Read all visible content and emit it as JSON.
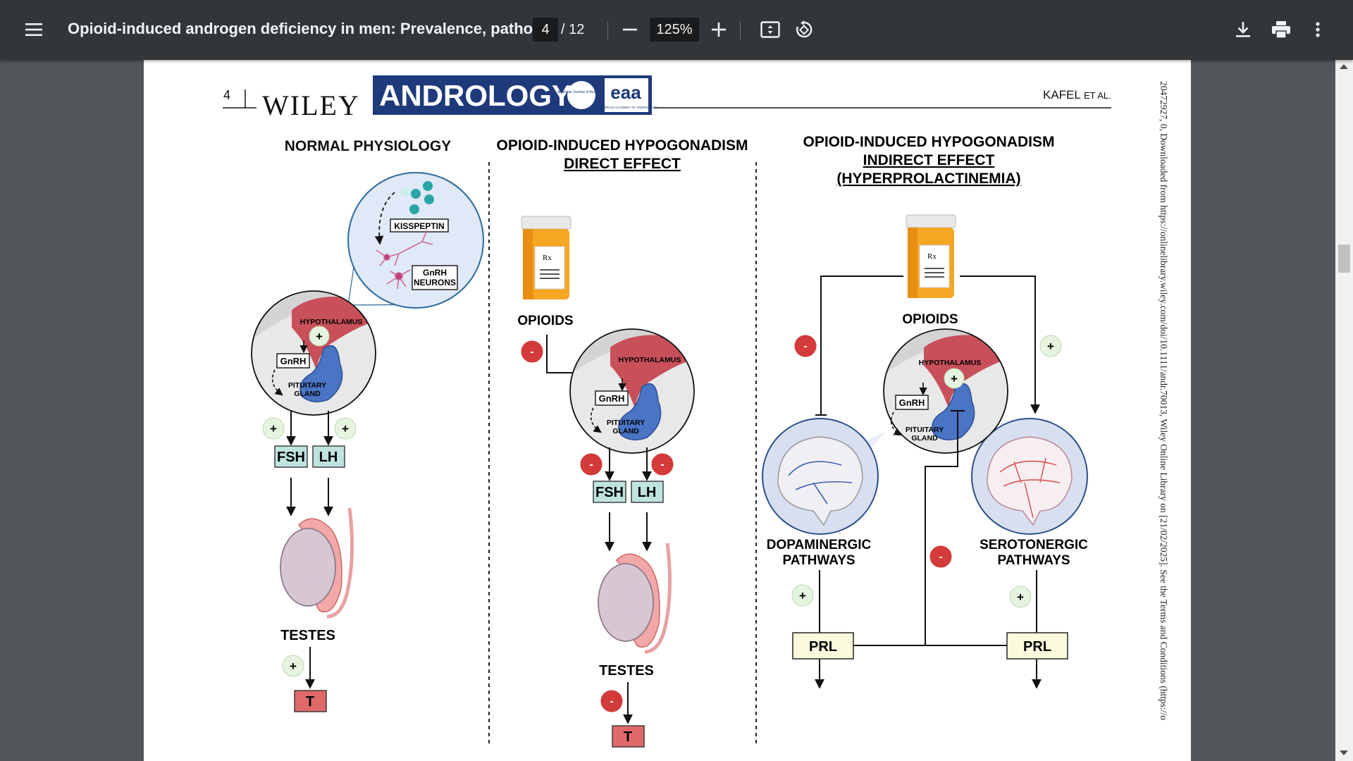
{
  "toolbar": {
    "title": "Opioid-induced androgen deficiency in men: Prevalence, pathop...",
    "page_current": "4",
    "page_total": "/ 12",
    "zoom": "125%",
    "icons": [
      "menu-icon",
      "minus-icon",
      "plus-icon",
      "fit-page-icon",
      "rotate-icon",
      "download-icon",
      "print-icon",
      "more-vert-icon"
    ]
  },
  "page": {
    "page_number": "4",
    "publisher": "WILEY",
    "journal": "ANDROLOGY",
    "logo_society": "American Society of Andrology",
    "logo_eaa": "eaa",
    "logo_eaa_sub": "EUROPEAN ACADEMY OF ANDROLOGY",
    "author": "KAFEL",
    "author_suffix": "ET AL.",
    "side_text": "20472927, 0, Downloaded from https://onlinelibrary.wiley.com/doi/10.1111/andr.70013, Wiley Online Library on [21/02/2025]. See the Terms and Conditions (https://o"
  },
  "figure": {
    "panel1": {
      "title": "NORMAL PHYSIOLOGY",
      "kisspeptin": "KISSPEPTIN",
      "gnrh_neurons_1": "GnRH",
      "gnrh_neurons_2": "NEURONS",
      "hypothalamus": "HYPOTHALAMUS",
      "gnrh": "GnRH",
      "pituitary_1": "PITUITARY",
      "pituitary_2": "GLAND",
      "fsh": "FSH",
      "lh": "LH",
      "testes": "TESTES",
      "t": "T",
      "plus": "+"
    },
    "panel2": {
      "title_1": "OPIOID-INDUCED HYPOGONADISM",
      "title_2": "DIRECT EFFECT",
      "opioids": "OPIOIDS",
      "rx": "Rx",
      "hypothalamus": "HYPOTHALAMUS",
      "gnrh": "GnRH",
      "pituitary_1": "PITUITARY",
      "pituitary_2": "GLAND",
      "fsh": "FSH",
      "lh": "LH",
      "testes": "TESTES",
      "t": "T",
      "minus": "-"
    },
    "panel3": {
      "title_1": "OPIOID-INDUCED HYPOGONADISM",
      "title_2": "INDIRECT EFFECT",
      "title_3": "(HYPERPROLACTINEMIA)",
      "opioids": "OPIOIDS",
      "rx": "Rx",
      "hypothalamus": "HYPOTHALAMUS",
      "gnrh": "GnRH",
      "pituitary_1": "PITUITARY",
      "pituitary_2": "GLAND",
      "dopa_1": "DOPAMINERGIC",
      "dopa_2": "PATHWAYS",
      "sero_1": "SEROTONERGIC",
      "sero_2": "PATHWAYS",
      "prl": "PRL",
      "plus": "+",
      "minus": "-"
    }
  },
  "colors": {
    "toolbar": "#323639",
    "viewer_bg": "#525659",
    "journal_blue": "#1e3a7b",
    "hypothalamus": "#c8505a",
    "pituitary": "#4a74c4",
    "hormone_box": "#bfe3df",
    "t_box": "#e06a6a",
    "prl_box": "#fafadc",
    "plus_circle": "#e4f4df",
    "minus_circle": "#d33a3a",
    "pill_orange": "#f5a623"
  }
}
